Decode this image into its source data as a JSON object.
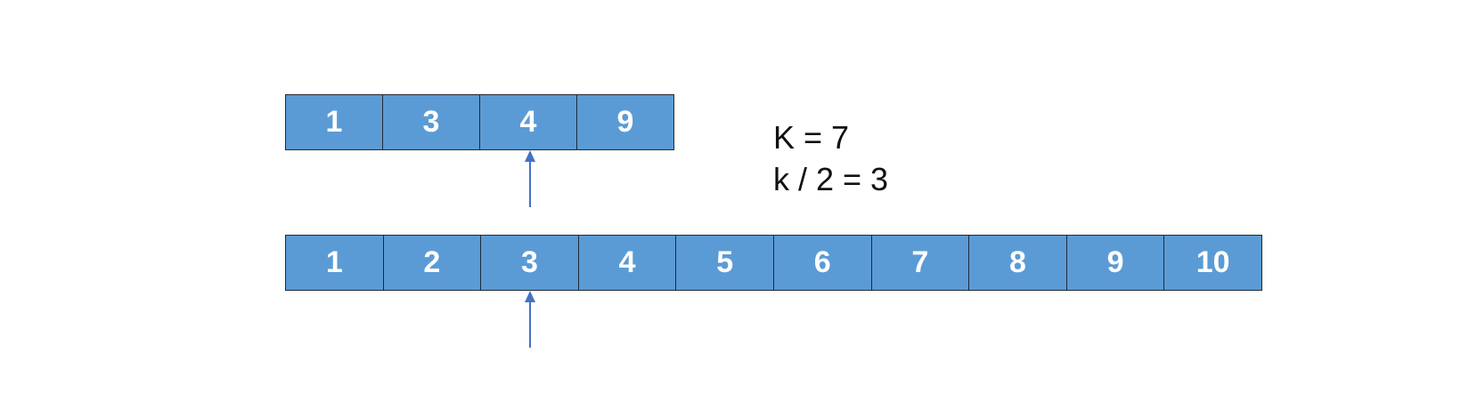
{
  "top_array": [
    "1",
    "3",
    "4",
    "9"
  ],
  "bottom_array": [
    "1",
    "2",
    "3",
    "4",
    "5",
    "6",
    "7",
    "8",
    "9",
    "10"
  ],
  "formulas": {
    "line1": "K = 7",
    "line2": "k / 2 = 3"
  },
  "colors": {
    "cell_fill": "#5b9bd5",
    "cell_border": "#1f2a36",
    "arrow": "#4472c4",
    "cell_text": "#ffffff"
  }
}
